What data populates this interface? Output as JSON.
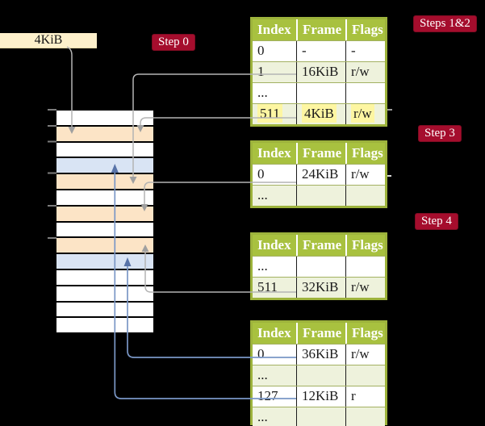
{
  "colors": {
    "background": "#000000",
    "table_header_green": "#a8c13f",
    "table_row_green": "#eef2dc",
    "page_table_frame_peach": "#fce4c6",
    "mapped_page_blue": "#d9e4f4",
    "highlight_yellow": "#fdf6a2",
    "step_badge_red": "#a50d2d",
    "cr3_box_cream": "#fdf0cb",
    "gray_arrow": "#b4b4b4",
    "blue_arrow": "#7a97c6"
  },
  "cr3_box": {
    "label": "4KiB"
  },
  "badges": {
    "step0": "Step 0",
    "steps12": "Steps 1&2",
    "step3": "Step 3",
    "step4": "Step 4"
  },
  "tables": [
    {
      "headers": [
        "Index",
        "Frame",
        "Flags"
      ],
      "rows": [
        {
          "index": "0",
          "frame": "-",
          "flags": "-"
        },
        {
          "index": "1",
          "frame": "16KiB",
          "flags": "r/w"
        },
        {
          "index": "...",
          "frame": "",
          "flags": ""
        },
        {
          "index": "511",
          "frame": "4KiB",
          "flags": "r/w"
        }
      ]
    },
    {
      "headers": [
        "Index",
        "Frame",
        "Flags"
      ],
      "rows": [
        {
          "index": "0",
          "frame": "24KiB",
          "flags": "r/w"
        },
        {
          "index": "...",
          "frame": "",
          "flags": ""
        }
      ]
    },
    {
      "headers": [
        "Index",
        "Frame",
        "Flags"
      ],
      "rows": [
        {
          "index": "...",
          "frame": "",
          "flags": ""
        },
        {
          "index": "511",
          "frame": "32KiB",
          "flags": "r/w"
        }
      ]
    },
    {
      "headers": [
        "Index",
        "Frame",
        "Flags"
      ],
      "rows": [
        {
          "index": "0",
          "frame": "36KiB",
          "flags": "r/w"
        },
        {
          "index": "...",
          "frame": "",
          "flags": ""
        },
        {
          "index": "127",
          "frame": "12KiB",
          "flags": "r"
        },
        {
          "index": "...",
          "frame": "",
          "flags": ""
        }
      ]
    }
  ],
  "memory": {
    "rows": [
      "free",
      "page-table",
      "free",
      "mapped-page",
      "page-table",
      "free",
      "page-table",
      "free",
      "page-table",
      "mapped-page",
      "free",
      "free",
      "free",
      "free"
    ]
  }
}
